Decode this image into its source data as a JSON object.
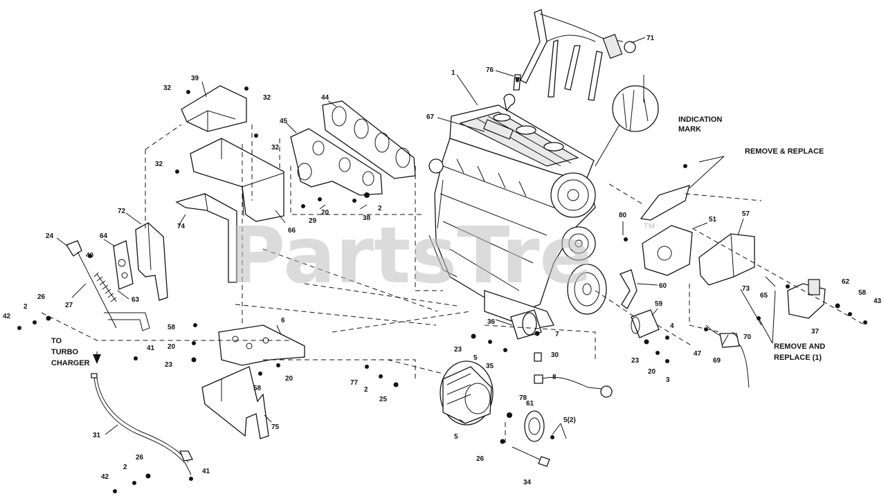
{
  "watermark": {
    "text": "PartsTre",
    "tm": "TM"
  },
  "annotations": {
    "indication_mark": [
      "INDICATION",
      "MARK"
    ],
    "remove_replace": "REMOVE & REPLACE",
    "remove_and_replace_1": [
      "REMOVE AND",
      "REPLACE (1)"
    ],
    "turbo": [
      "TO",
      "TURBO",
      "CHARGER"
    ]
  },
  "callouts": {
    "c1": "1",
    "c71": "71",
    "c76": "76",
    "c67": "67",
    "c39": "39",
    "c32a": "32",
    "c32b": "32",
    "c32c": "32",
    "c32d": "32",
    "c44": "44",
    "c45": "45",
    "c20a": "20",
    "c2a": "2",
    "c38": "38",
    "c29": "29",
    "c66": "66",
    "c74": "74",
    "c72": "72",
    "c64": "64",
    "c40": "40",
    "c24": "24",
    "c63": "63",
    "c27": "27",
    "c42a": "42",
    "c2b": "2",
    "c26a": "26",
    "c41a": "41",
    "c6": "6",
    "c58a": "58",
    "c20b": "20",
    "c23a": "23",
    "c58b": "58",
    "c20c": "20",
    "c75": "75",
    "c31": "31",
    "c42b": "42",
    "c2c": "2",
    "c26b": "26",
    "c41b": "41",
    "c80": "80",
    "c51": "51",
    "c57": "57",
    "c60": "60",
    "c59": "59",
    "c4": "4",
    "c36": "36",
    "c7": "7",
    "c23b": "23",
    "c5a": "5",
    "c35": "35",
    "c30": "30",
    "c8": "8",
    "c77": "77",
    "c2d": "2",
    "c25": "25",
    "c23c": "23",
    "c20d": "20",
    "c3": "3",
    "c73": "73",
    "c65": "65",
    "c62": "62",
    "c58c": "58",
    "c43": "43",
    "c37": "37",
    "c47": "47",
    "c70": "70",
    "c69": "69",
    "c78": "78",
    "c61": "61",
    "c5b": "5",
    "c5c": "5(2)",
    "c26c": "26",
    "c34": "34"
  }
}
